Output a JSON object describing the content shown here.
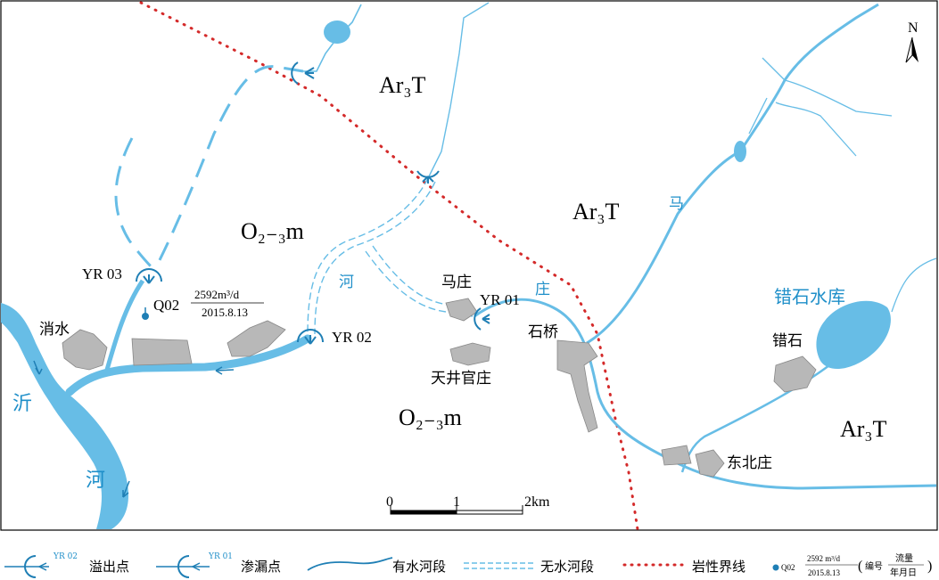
{
  "units": {
    "ar3t_upper": "Ar₃T",
    "ar3t_middle": "Ar₃T",
    "ar3t_right": "Ar₃T",
    "o23m_upper": "O₂₋₃m",
    "o23m_lower": "O₂₋₃m"
  },
  "points": {
    "yr03": "YR 03",
    "yr02": "YR 02",
    "yr01": "YR 01",
    "q02_id": "Q02",
    "q02_flow": "2592m³/d",
    "q02_date": "2015.8.13"
  },
  "places": {
    "xiaoshui": "消水",
    "mazhuang": "马庄",
    "shiqiao": "石桥",
    "tianjingguanzhuang": "天井官庄",
    "cuoshi": "错石",
    "dongbeizhuang": "东北庄",
    "reservoir": "错石水库"
  },
  "rivers": {
    "yi_char1": "沂",
    "yi_char2": "河",
    "he_mid": "河",
    "zhuang": "庄",
    "ma": "马"
  },
  "scale": {
    "t0": "0",
    "t1": "1",
    "t2": "2km"
  },
  "north": "N",
  "legend": {
    "overflow_code": "YR 02",
    "overflow_label": "溢出点",
    "seep_code": "YR 01",
    "seep_label": "渗漏点",
    "water_label": "有水河段",
    "dry_label": "无水河段",
    "boundary_label": "岩性界线",
    "q_id": "Q02",
    "q_flow": "2592 m³/d",
    "q_date": "2015.8.13",
    "q_key_left": "编号",
    "q_key_top": "流量",
    "q_key_bottom": "年月日"
  },
  "colors": {
    "water": "#67bde6",
    "spring": "#1f7fb5",
    "boundary": "#d42a2a",
    "village": "#b8b8b8"
  }
}
